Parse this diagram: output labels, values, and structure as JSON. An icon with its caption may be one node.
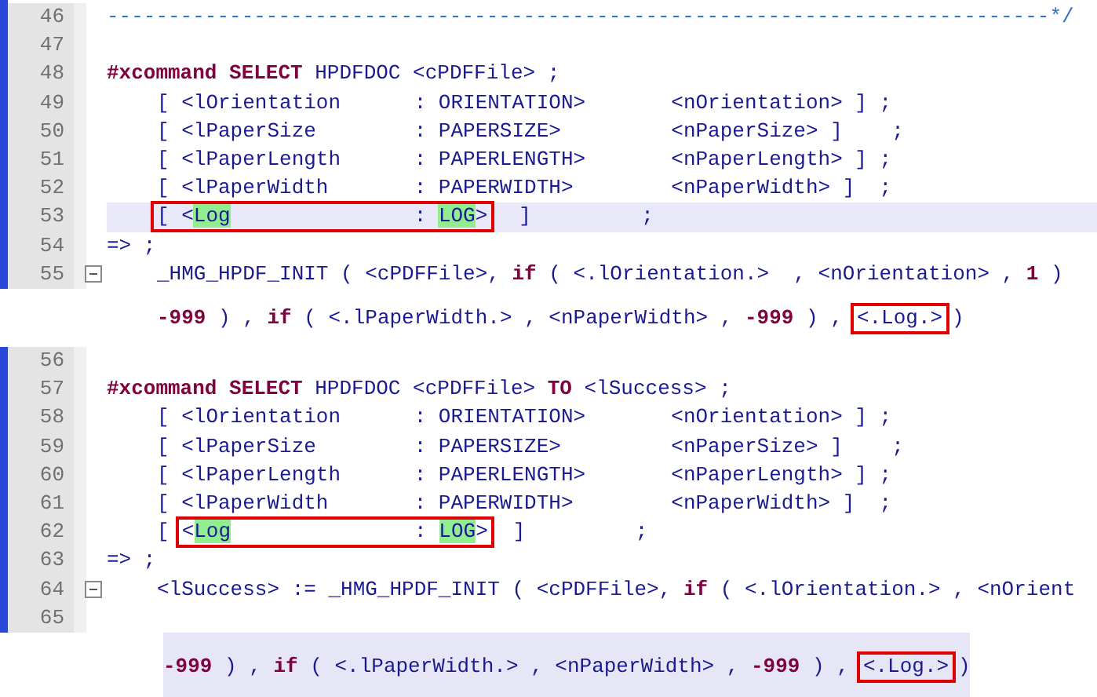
{
  "diagram": {
    "nodes": [
      {
        "text": [
          "[ <*Log*               : *LOG*>"
        ]
      },
      {
        "text": [
          "<.Log.>"
        ]
      },
      {
        "text": [
          "<*Log*               : *LOG*>"
        ]
      },
      {
        "text": [
          "<.Log.>"
        ]
      }
    ],
    "labels": [
      "46",
      "-----------------------------------------------------------------------------*/",
      "47",
      "48",
      "**#xcommand SELECT** HPDFDOC <cPDFFile> ;",
      "49",
      "[ <lOrientation      : ORIENTATION>       <nOrientation> ] ;",
      "50",
      "[ <lPaperSize        : PAPERSIZE>         <nPaperSize> ]    ;",
      "51",
      "[ <lPaperLength      : PAPERLENGTH>       <nPaperLength> ] ;",
      "52",
      "[ <lPaperWidth       : PAPERWIDTH>        <nPaperWidth> ]  ;",
      "53",
      "]         ;",
      "54",
      "=> ;",
      "55",
      "_HMG_HPDF_INIT ( <cPDFFile>, **if** ( <.lOrientation.>  , <nOrientation> , **1** )",
      "**-999** ) , **if** ( <.lPaperWidth.> , <nPaperWidth> , **-999** ) ,",
      ")",
      "56",
      "57",
      "**#xcommand SELECT** HPDFDOC <cPDFFile> **TO** <lSuccess> ;",
      "58",
      "[ <lOrientation      : ORIENTATION>       <nOrientation> ] ;",
      "59",
      "[ <lPaperSize        : PAPERSIZE>         <nPaperSize> ]    ;",
      "60",
      "[ <lPaperLength      : PAPERLENGTH>       <nPaperLength> ] ;",
      "61",
      "[ <lPaperWidth       : PAPERWIDTH>        <nPaperWidth> ]  ;",
      "62",
      "[",
      "]         ;",
      "63",
      "=> ;",
      "64",
      "<lSuccess> := _HMG_HPDF_INIT ( <cPDFFile>, **if** ( <.lOrientation.> , <nOrient",
      "65",
      "**-999** ) , **if** ( <.lPaperWidth.> , <nPaperWidth> , **-999** ) ,",
      ")"
    ]
  }
}
